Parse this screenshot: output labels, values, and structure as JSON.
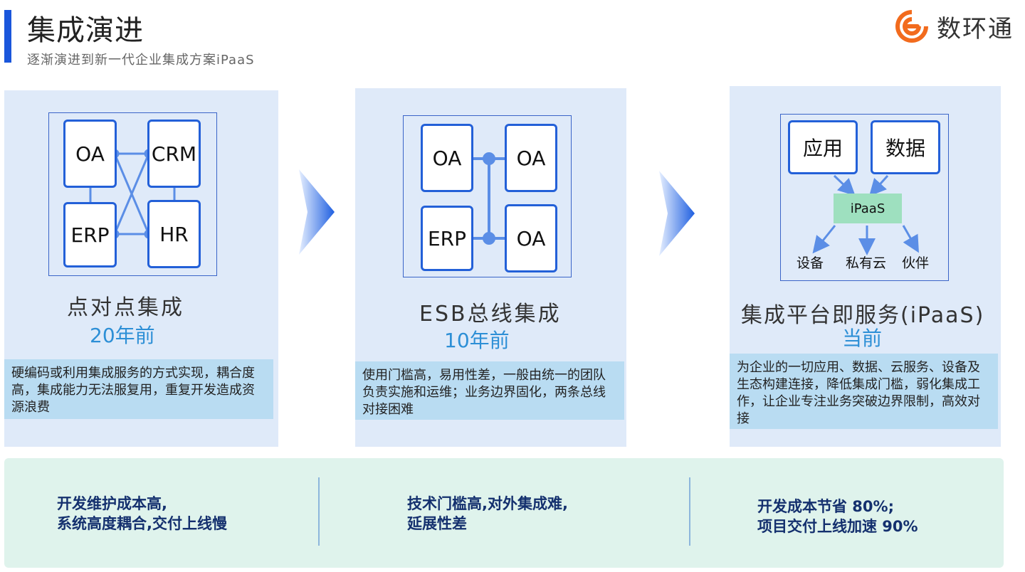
{
  "header": {
    "title": "集成演进",
    "subtitle": "逐渐演进到新一代企业集成方案iPaaS"
  },
  "logo": {
    "text": "数环通",
    "icon": "logo-mark-icon",
    "color": "#f26b1d"
  },
  "colors": {
    "accent": "#1a56db",
    "node_border": "#2360d8",
    "line": "#5b8ee6",
    "year": "#2d8fd6",
    "ipaas_box": "#9ee0bf"
  },
  "stages": [
    {
      "diagram": {
        "nodes": [
          "OA",
          "CRM",
          "ERP",
          "HR"
        ]
      },
      "title": "点对点集成",
      "year": "20年前",
      "description": "硬编码或利用集成服务的方式实现，耦合度高，集成能力无法服复用，重复开发造成资源浪费"
    },
    {
      "diagram": {
        "nodes": [
          "OA",
          "OA",
          "ERP",
          "OA"
        ]
      },
      "title": "ESB总线集成",
      "year": "10年前",
      "description": "使用门槛高，易用性差，一般由统一的团队负责实施和运维；业务边界固化，两条总线对接困难"
    },
    {
      "diagram": {
        "sources": [
          "应用",
          "数据"
        ],
        "hub": "iPaaS",
        "targets": [
          "设备",
          "私有云",
          "伙伴"
        ]
      },
      "title": "集成平台即服务(iPaaS)",
      "year": "当前",
      "description": "为企业的一切应用、数据、云服务、设备及生态构建连接，降低集成门槛，弱化集成工作，让企业专注业务突破边界限制，高效对接"
    }
  ],
  "summary": [
    {
      "line1": "开发维护成本高,",
      "line2": "系统高度耦合,交付上线慢"
    },
    {
      "line1": "技术门槛高,对外集成难,",
      "line2": "延展性差"
    },
    {
      "line1": "开发成本节省 80%;",
      "line2": "项目交付上线加速 90%"
    }
  ]
}
